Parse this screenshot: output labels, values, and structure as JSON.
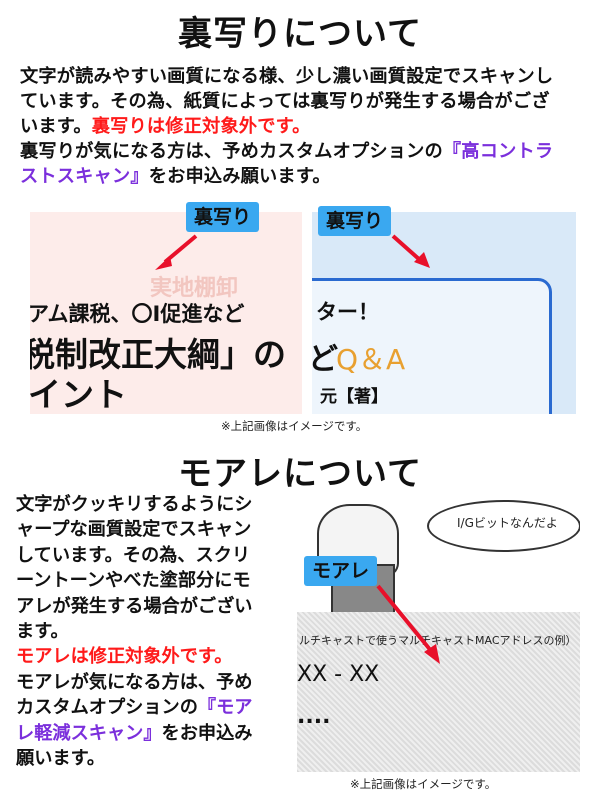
{
  "section1": {
    "title": "裏写りについて",
    "para_lines": [
      "文字が読みやすい画質になる様、少し濃い画質設定でスキャンし",
      "ています。その為、紙質によっては裏写りが発生する場合がござ"
    ],
    "line3_prefix": "います。",
    "line3_red": "裏写りは修正対象外です。",
    "line4_prefix": "裏写りが気になる方は、予めカスタムオプションの",
    "line4_purple": "『高コントラ",
    "line5_purple": "ストスキャン』",
    "line5_suffix": "をお申込み願います。",
    "tag_left": "裏写り",
    "tag_right": "裏写り",
    "photo_left": {
      "line1": "アム課税、〇I促進など",
      "line2": "税制改正大綱」の",
      "line3": "イント",
      "faint": "実地棚卸"
    },
    "photo_right": {
      "line1": "ター！",
      "line2": "ど",
      "qa": "Q＆A",
      "line3": "元【著】"
    },
    "caption": "※上記画像はイメージです。"
  },
  "section2": {
    "title": "モアレについて",
    "lines": [
      "文字がクッキリするようにシ",
      "ャープな画質設定でスキャン",
      "しています。その為、スクリ",
      "ーントーンやべた塗部分にモ",
      "アレが発生する場合がござい",
      "ます。"
    ],
    "red_line": "モアレは修正対象外です。",
    "after_lines": [
      "モアレが気になる方は、予め"
    ],
    "line9_prefix": "カスタムオプションの",
    "line9_purple": "『モア",
    "line10_purple": "レ軽減スキャン』",
    "line10_suffix": "をお申込み",
    "line11": "願います。",
    "tag": "モアレ",
    "photo": {
      "bubble": "I/Gビットなんだよ",
      "header": "ルチキャストで使うマルチキャストMACアドレスの例）",
      "xx": "XX - XX",
      "dots": "...."
    },
    "caption": "※上記画像はイメージです。"
  },
  "colors": {
    "red": "#ff1a1a",
    "purple": "#7b2fdc",
    "tag": "#3aa8f0",
    "arrow": "#e8102a"
  }
}
